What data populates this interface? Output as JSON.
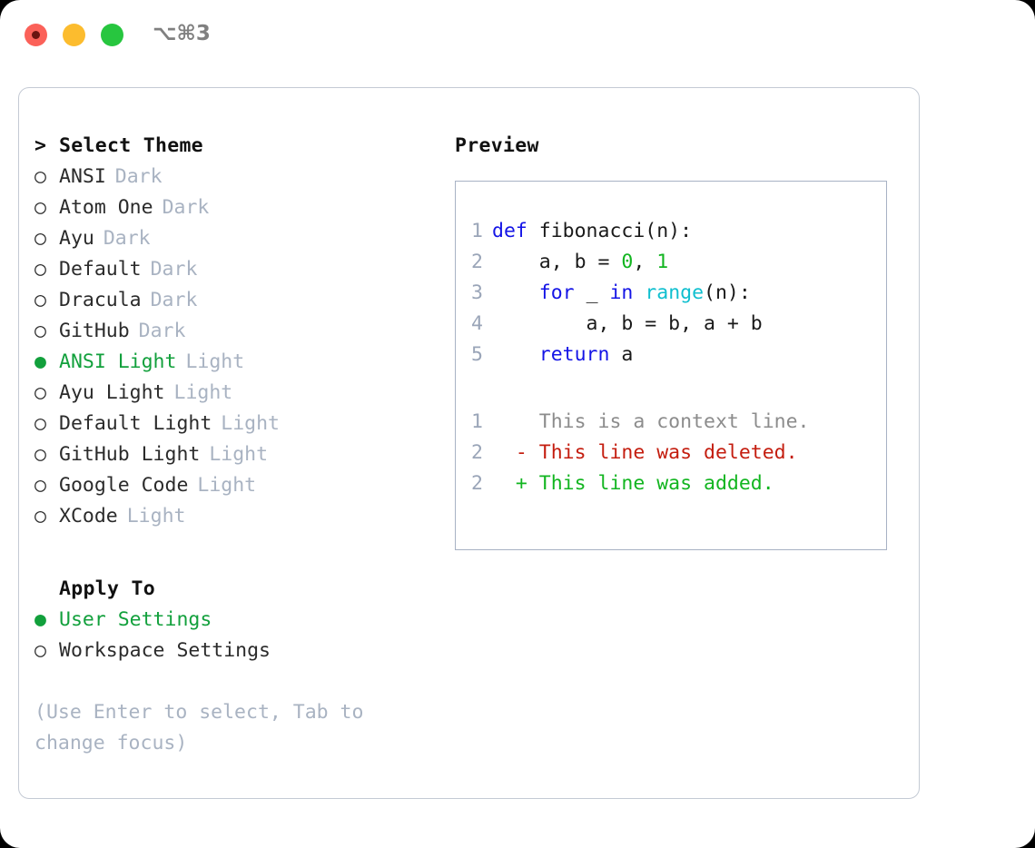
{
  "titlebar": {
    "shortcut": "⌥⌘3",
    "buttons": {
      "close": "close",
      "minimize": "minimize",
      "maximize": "maximize"
    }
  },
  "theme_picker": {
    "heading_marker": ">",
    "heading": "Select Theme",
    "items": [
      {
        "marker": "○",
        "label": "ANSI",
        "tag": "Dark",
        "selected": false
      },
      {
        "marker": "○",
        "label": "Atom One",
        "tag": "Dark",
        "selected": false
      },
      {
        "marker": "○",
        "label": "Ayu",
        "tag": "Dark",
        "selected": false
      },
      {
        "marker": "○",
        "label": "Default",
        "tag": "Dark",
        "selected": false
      },
      {
        "marker": "○",
        "label": "Dracula",
        "tag": "Dark",
        "selected": false
      },
      {
        "marker": "○",
        "label": "GitHub",
        "tag": "Dark",
        "selected": false
      },
      {
        "marker": "●",
        "label": "ANSI Light",
        "tag": "Light",
        "selected": true
      },
      {
        "marker": "○",
        "label": "Ayu Light",
        "tag": "Light",
        "selected": false
      },
      {
        "marker": "○",
        "label": "Default Light",
        "tag": "Light",
        "selected": false
      },
      {
        "marker": "○",
        "label": "GitHub Light",
        "tag": "Light",
        "selected": false
      },
      {
        "marker": "○",
        "label": "Google Code",
        "tag": "Light",
        "selected": false
      },
      {
        "marker": "○",
        "label": "XCode",
        "tag": "Light",
        "selected": false
      }
    ]
  },
  "apply_to": {
    "heading": "Apply To",
    "items": [
      {
        "marker": "●",
        "label": "User Settings",
        "selected": true
      },
      {
        "marker": "○",
        "label": "Workspace Settings",
        "selected": false
      }
    ]
  },
  "hint": "(Use Enter to select, Tab to\nchange focus)",
  "preview": {
    "title": "Preview",
    "code_lines": [
      {
        "number": "1",
        "tokens": [
          {
            "text": "def ",
            "kind": "kw"
          },
          {
            "text": "fibonacci(n):",
            "kind": "plain"
          }
        ]
      },
      {
        "number": "2",
        "tokens": [
          {
            "text": "    a, b = ",
            "kind": "plain"
          },
          {
            "text": "0",
            "kind": "num"
          },
          {
            "text": ", ",
            "kind": "plain"
          },
          {
            "text": "1",
            "kind": "num"
          }
        ]
      },
      {
        "number": "3",
        "tokens": [
          {
            "text": "    ",
            "kind": "plain"
          },
          {
            "text": "for",
            "kind": "kw"
          },
          {
            "text": " _ ",
            "kind": "plain"
          },
          {
            "text": "in",
            "kind": "kw"
          },
          {
            "text": " ",
            "kind": "plain"
          },
          {
            "text": "range",
            "kind": "fn"
          },
          {
            "text": "(n):",
            "kind": "plain"
          }
        ]
      },
      {
        "number": "4",
        "tokens": [
          {
            "text": "        a, b = b, a + b",
            "kind": "plain"
          }
        ]
      },
      {
        "number": "5",
        "tokens": [
          {
            "text": "    ",
            "kind": "plain"
          },
          {
            "text": "return",
            "kind": "kw"
          },
          {
            "text": " a",
            "kind": "plain"
          }
        ]
      }
    ],
    "diff_lines": [
      {
        "number": "1",
        "sign": " ",
        "text": "This is a context line.",
        "kind": "ctx"
      },
      {
        "number": "2",
        "sign": "-",
        "text": "This line was deleted.",
        "kind": "del"
      },
      {
        "number": "2",
        "sign": "+",
        "text": "This line was added.",
        "kind": "add"
      }
    ]
  },
  "colors": {
    "accent_green": "#12a03c",
    "tag_gray": "#a9b3c2",
    "keyword_blue": "#1414e6",
    "function_cyan": "#0fbfcf",
    "number_green": "#12b520",
    "diff_delete_red": "#c41d0f",
    "diff_add_green": "#12b520",
    "gutter_gray": "#9aa5b8",
    "panel_border": "#c4cad4",
    "preview_border": "#a8b2c4"
  }
}
